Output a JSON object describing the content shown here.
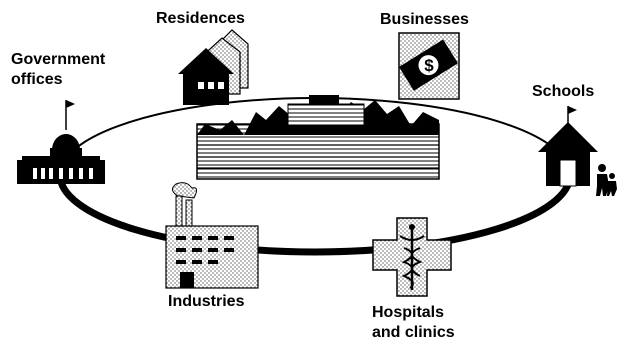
{
  "labels": {
    "residences": "Residences",
    "businesses": "Businesses",
    "government_line1": "Government",
    "government_line2": "offices",
    "schools": "Schools",
    "industries": "Industries",
    "hospitals_line1": "Hospitals",
    "hospitals_line2": "and clinics"
  },
  "icons": {
    "businesses_symbol": "$",
    "hospital_symbol": "caduceus"
  }
}
